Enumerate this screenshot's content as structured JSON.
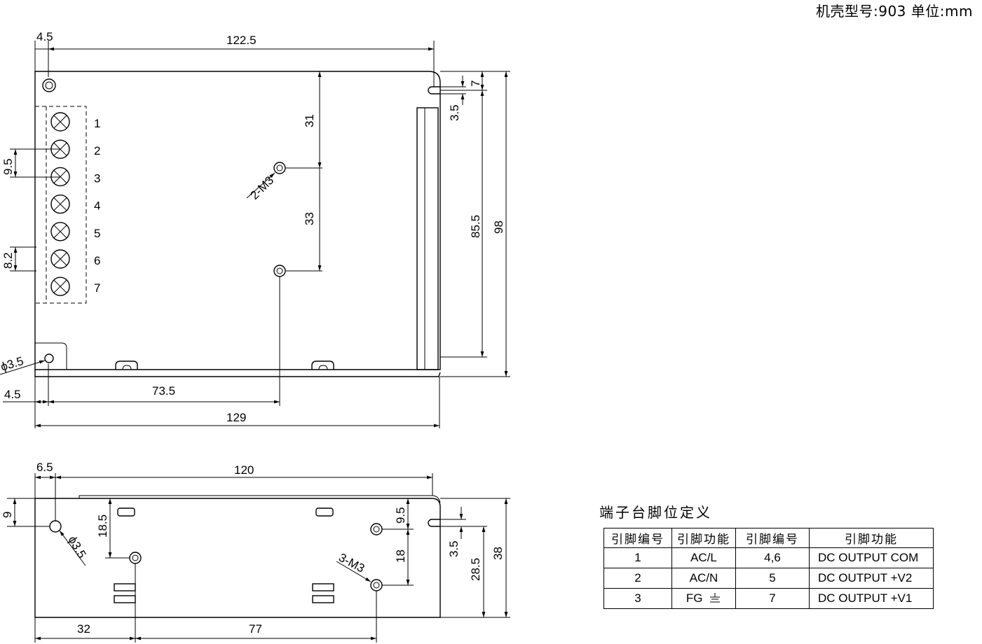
{
  "header": {
    "case_model": "机壳型号:903 单位:mm"
  },
  "top_view": {
    "dims": {
      "left_offset_top": "4.5",
      "width_top": "122.5",
      "m3_to_top": "31",
      "m3_spacing": "33",
      "slot_depth": "7",
      "slot_width": "3.5",
      "hole_span": "85.5",
      "height": "98",
      "terminal_pitch": "9.5",
      "terminal_offset": "8.2",
      "hole_dia": "3.5",
      "hole_dia_prefix": "ϕ",
      "left_offset_bottom": "4.5",
      "m3_x": "73.5",
      "total_width": "129"
    },
    "m3_label": "2-M3",
    "terminal_numbers": [
      "1",
      "2",
      "3",
      "4",
      "5",
      "6",
      "7"
    ]
  },
  "side_view": {
    "dims": {
      "left_offset": "6.5",
      "width": "120",
      "hole_height": "9",
      "m3_left_height": "18.5",
      "m3_right_top": "9.5",
      "m3_right_spacing": "18",
      "slot_width": "3.5",
      "hole_to_bottom": "28.5",
      "height": "38",
      "m3_left_x": "32",
      "m3_spacing_x": "77",
      "hole_dia": "3.5",
      "hole_dia_prefix": "ϕ"
    },
    "m3_label": "3-M3"
  },
  "pin_table": {
    "title": "端子台脚位定义",
    "headers": [
      "引脚编号",
      "引脚功能",
      "引脚编号",
      "引脚功能"
    ],
    "rows": [
      {
        "pin_a": "1",
        "func_a": "AC/L",
        "pin_b": "4,6",
        "func_b": "DC OUTPUT COM"
      },
      {
        "pin_a": "2",
        "func_a": "AC/N",
        "pin_b": "5",
        "func_b": "DC OUTPUT +V2"
      },
      {
        "pin_a": "3",
        "func_a": "FG",
        "pin_b": "7",
        "func_b": "DC OUTPUT +V1"
      }
    ]
  }
}
